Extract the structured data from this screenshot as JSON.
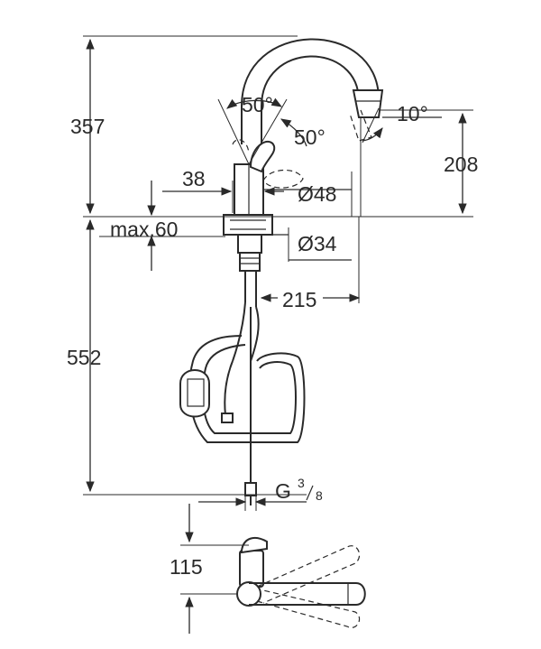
{
  "dimensions": {
    "height_above_counter": "357",
    "spout_angle_top": "50°",
    "spout_angle_side": "50°",
    "spout_tilt": "10°",
    "outlet_height": "208",
    "lever_offset": "38",
    "body_diameter": "Ø48",
    "counter_thickness": "max.60",
    "hole_diameter": "Ø34",
    "spout_reach": "215",
    "hose_length": "552",
    "connection_thread": "G",
    "thread_num": "3",
    "thread_den": "8",
    "plan_width": "115"
  }
}
